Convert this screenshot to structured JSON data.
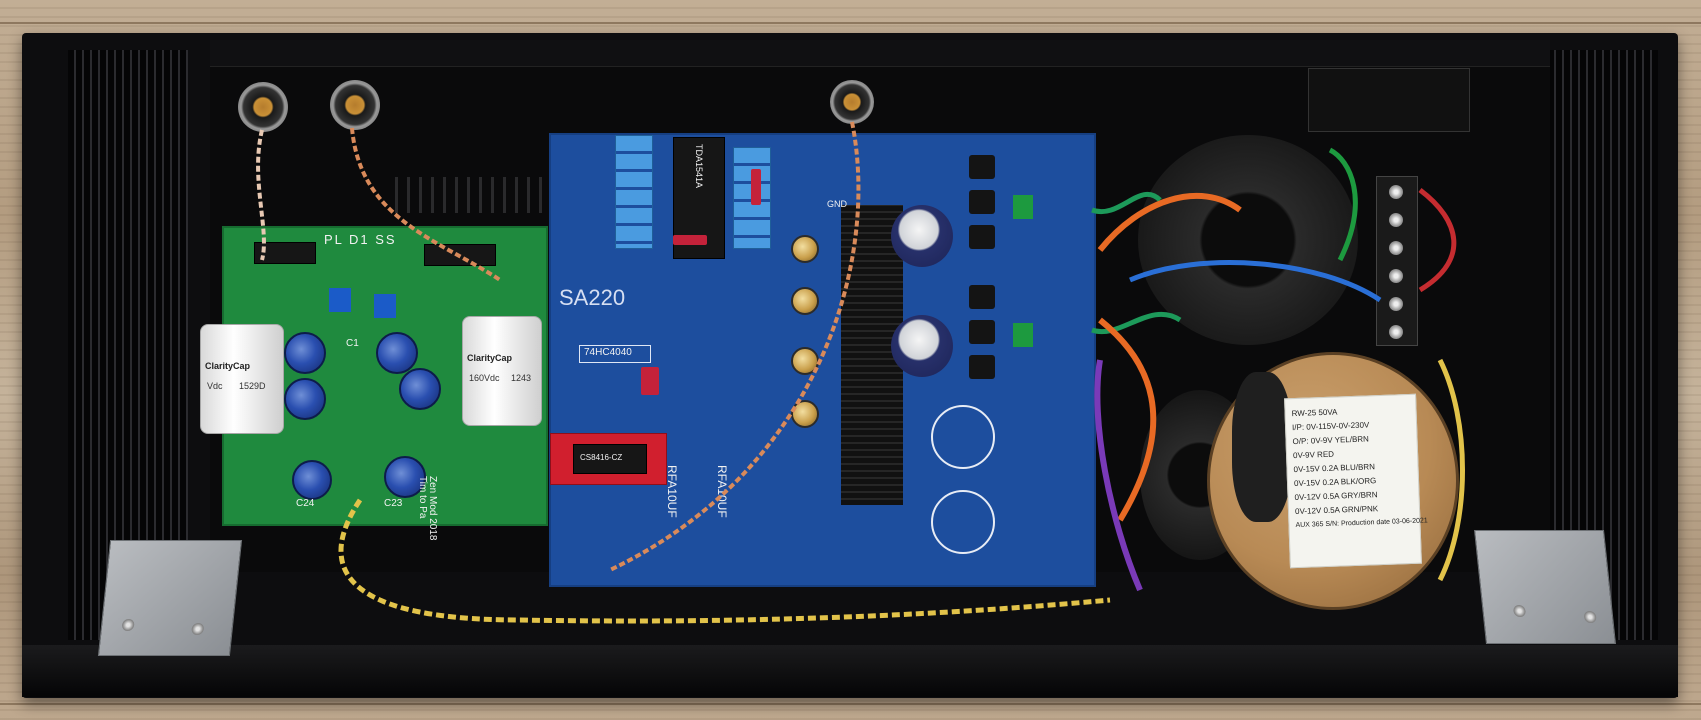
{
  "photo": {
    "green_board": {
      "title": "PL D1 SS",
      "capacitor_brand": "ClarityCap",
      "capacitor_left_rating": "Vdc",
      "capacitor_left_code": "1529D",
      "capacitor_right_rating": "160Vdc",
      "capacitor_right_code": "1243",
      "cap_labels": [
        "C1",
        "C24",
        "C23"
      ],
      "footer_line1": "Zen Mod 2018",
      "footer_line2": "Tim to Pa"
    },
    "blue_board": {
      "title": "SA",
      "title_suffix": "220",
      "ic_label": "74HC4040",
      "chip_top_label": "TDA1541A",
      "cap_labels": [
        "RFA10UF",
        "RFA10UF"
      ],
      "gnd_label": "GND"
    },
    "red_adapter": {
      "label": "CS8416-CZ"
    },
    "transformer": {
      "label_lines": [
        "RW-25   50VA",
        "I/P: 0V-115V-0V-230V",
        "O/P: 0V-9V      YEL/BRN",
        "0V-9V   RED",
        "0V-15V 0.2A  BLU/BRN",
        "0V-15V 0.2A  BLK/ORG",
        "0V-12V 0.5A  GRY/BRN",
        "0V-12V 0.5A  GRN/PNK",
        "AUX 365 S/N: Production date 03-06-2021"
      ]
    },
    "colors": {
      "wood": "#b9a58c",
      "chassis": "#0d0d0f",
      "green_pcb": "#1f8a3e",
      "blue_pcb": "#1d4e9e",
      "transformer_tan": "#b88a55"
    }
  }
}
